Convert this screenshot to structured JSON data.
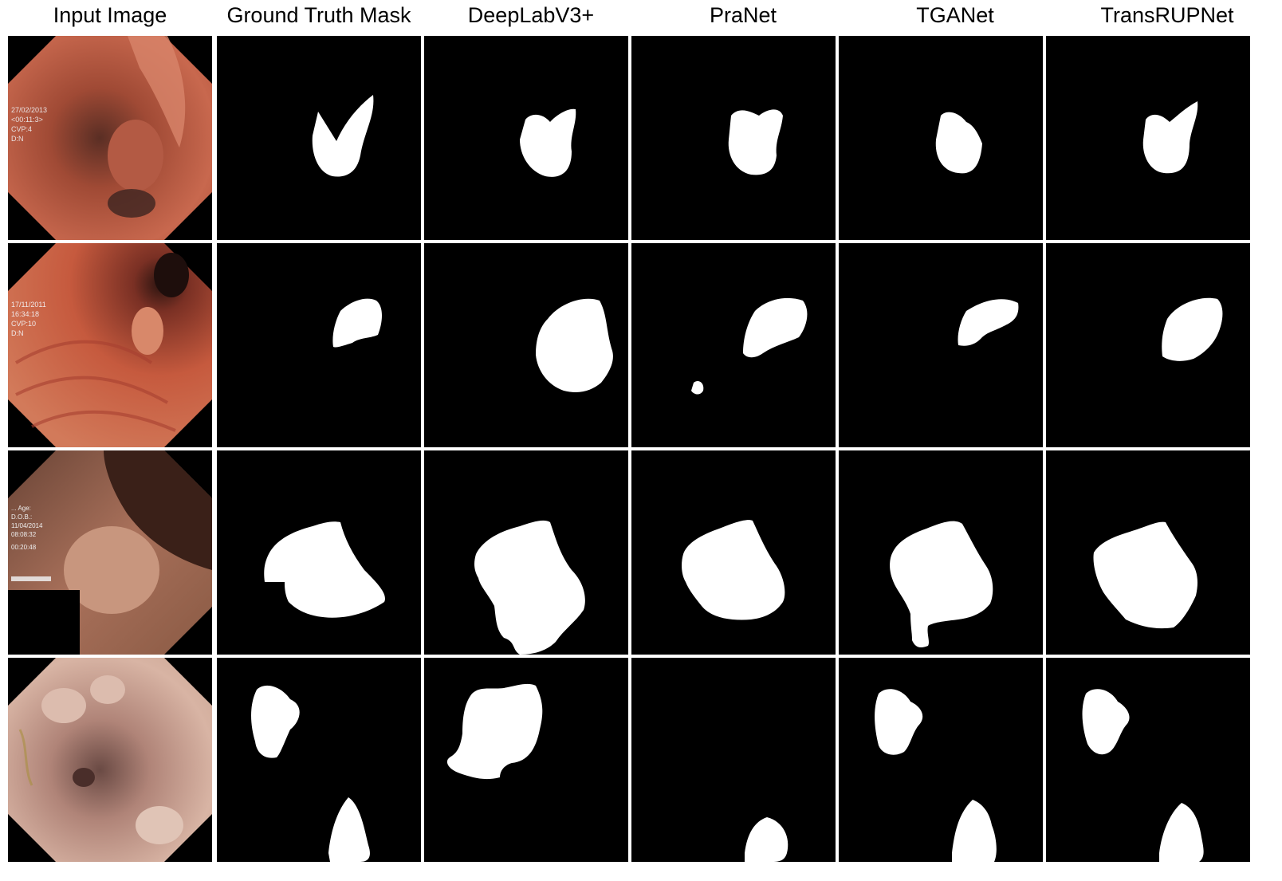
{
  "columns": [
    "Input Image",
    "Ground Truth Mask",
    "DeepLabV3+",
    "PraNet",
    "TGANet",
    "TransRUPNet"
  ],
  "rows": [
    {
      "osd": [
        "27/02/2013",
        "<00:11:3>",
        "CVP:4",
        "D:N"
      ]
    },
    {
      "osd": [
        "17/11/2011",
        "16:34:18",
        "CVP:10",
        "D:N"
      ]
    },
    {
      "osd": [
        "... Age:",
        "D.O.B.:",
        "11/04/2014",
        "08:08:32",
        "00:20:48"
      ]
    },
    {
      "osd": []
    }
  ],
  "colors": {
    "mask_fg": "#ffffff",
    "mask_bg": "#000000",
    "tissue_row1": "#b4553e",
    "tissue_row2": "#c65a3e",
    "tissue_row3": "#8a5a44",
    "tissue_row4": "#c8a090"
  }
}
